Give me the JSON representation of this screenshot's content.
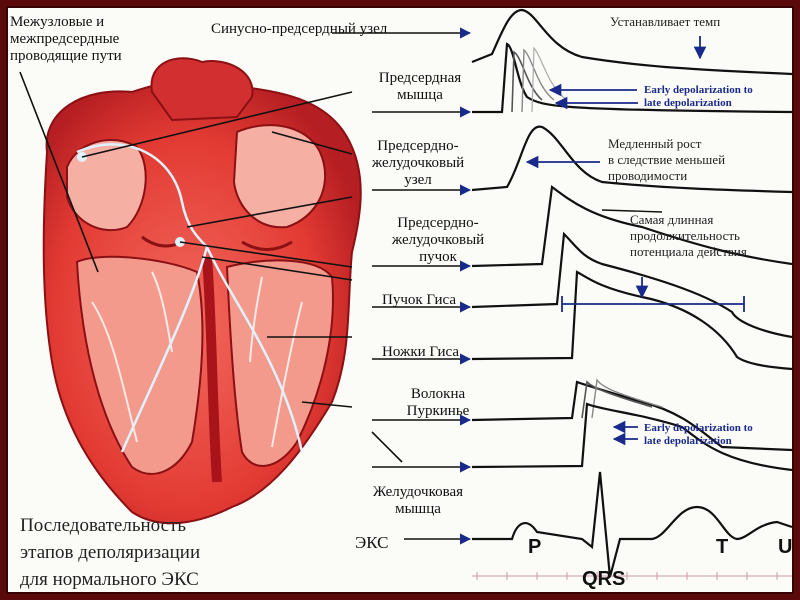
{
  "labels": {
    "internodal": "Межузловые и\nмежпредсердные\nпроводящие пути",
    "sa_node": "Синусно-предсердный узел",
    "atrial": "Предсердная\nмышца",
    "av_node": "Предсердно-\nжелудочковый\nузел",
    "av_bundle": "Предсердно-\nжелудочковый\nпучок",
    "his_bundle": "Пучок Гиса",
    "bundle_branches": "Ножки Гиса",
    "purkinje": "Волокна\nПуркинье",
    "ventricular": "Желудочковая\nмышца",
    "ecg": "ЭКС"
  },
  "notes": {
    "sets_rate": "Устанавливает темп",
    "early_late_1": "Early depolarization to\nlate depolarization",
    "slow_rise": "Медленный рост\nв следствие меньшей\nпроводимости",
    "longest_ap": "Самая длинная\nпродолжительность\nпотенциала действия",
    "early_late_2": "Early depolarization to\nlate depolarization"
  },
  "caption": "Последовательность\nэтапов деполяризации\nдля нормального ЭКС",
  "ecg_waves": {
    "p": "P",
    "qrs": "QRS",
    "t": "T",
    "u": "U"
  },
  "colors": {
    "heart": "#e23a33",
    "heart_dark": "#a8141a",
    "arrow": "#1a2a8a",
    "trace": "#111111"
  }
}
